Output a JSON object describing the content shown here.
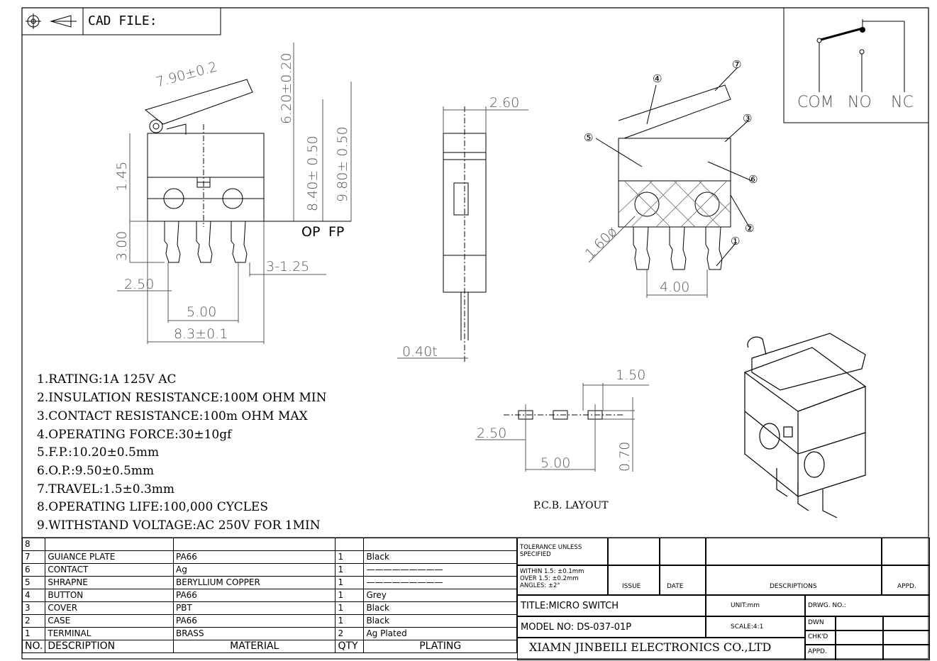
{
  "header": {
    "cad_label": "CAD FILE:"
  },
  "schematic": {
    "com": "COM",
    "no": "NO",
    "nc": "NC"
  },
  "front_view": {
    "dim_lever": "7.90±0.2",
    "dim_620": "6.20±0.20",
    "dim_840": "8.40± 0.50",
    "dim_980": "9.80± 0.50",
    "dim_145": "1.45",
    "dim_300": "3.00",
    "dim_250": "2.50",
    "dim_500": "5.00",
    "dim_83": "8.3±0.1",
    "dim_3_125": "3-1.25",
    "op": "OP",
    "fp": "FP"
  },
  "side_view": {
    "dim_260": "2.60",
    "dim_040t": "0.40t"
  },
  "section_view": {
    "dim_160": "1.60ø",
    "dim_400": "4.00",
    "callouts": [
      "①",
      "②",
      "③",
      "④",
      "⑤",
      "⑥",
      "⑦"
    ]
  },
  "pcb": {
    "dim_150": "1.50",
    "dim_250": "2.50",
    "dim_500": "5.00",
    "dim_070": "0.70",
    "title": "P.C.B. LAYOUT"
  },
  "notes": [
    "1.RATING:1A 125V AC",
    "2.INSULATION RESISTANCE:100M OHM MIN",
    "3.CONTACT RESISTANCE:100m OHM MAX",
    "4.OPERATING FORCE:30±10gf",
    "5.F.P.:10.20±0.5mm",
    "6.O.P.:9.50±0.5mm",
    "7.TRAVEL:1.5±0.3mm",
    "8.OPERATING LIFE:100,000 CYCLES",
    "9.WITHSTAND VOLTAGE:AC 250V FOR 1MIN"
  ],
  "bom": {
    "rows": [
      {
        "no": "8",
        "desc": "",
        "material": "",
        "qty": "",
        "plating": ""
      },
      {
        "no": "7",
        "desc": "GUIANCE PLATE",
        "material": "PA66",
        "qty": "1",
        "plating": "Black"
      },
      {
        "no": "6",
        "desc": "CONTACT",
        "material": "Ag",
        "qty": "1",
        "plating": "—————————"
      },
      {
        "no": "5",
        "desc": "SHRAPNE",
        "material": "BERYLLIUM COPPER",
        "qty": "1",
        "plating": "—————————"
      },
      {
        "no": "4",
        "desc": "BUTTON",
        "material": "PA66",
        "qty": "1",
        "plating": "Grey"
      },
      {
        "no": "3",
        "desc": "COVER",
        "material": "PBT",
        "qty": "1",
        "plating": "Black"
      },
      {
        "no": "2",
        "desc": "CASE",
        "material": "PA66",
        "qty": "1",
        "plating": "Black"
      },
      {
        "no": "1",
        "desc": "TERMINAL",
        "material": "BRASS",
        "qty": "2",
        "plating": "Ag Plated"
      }
    ],
    "header": {
      "no": "NO.",
      "desc": "DESCRIPTION",
      "material": "MATERIAL",
      "qty": "QTY",
      "plating": "PLATING"
    }
  },
  "title_block": {
    "tolerance": "TOLERANCE UNLESS SPECIFIED",
    "within": "WITHIN 1.5: ±0.1mm",
    "over": "OVER 1.5: ±0.2mm",
    "angles": "ANGLES: ±2°",
    "issue": "ISSUE",
    "date": "DATE",
    "descriptions": "DESCRIPTIONS",
    "appd": "APPD.",
    "title": "TITLE:MICRO SWITCH",
    "unit": "UNIT:mm",
    "drwg": "DRWG. NO.:",
    "model": "MODEL NO: DS-037-01P",
    "scale": "SCALE:4:1",
    "dwn": "DWN",
    "chkd": "CHK'D",
    "appd2": "APPD.",
    "company": "XIAMN JINBEILI ELECTRONICS CO.,LTD"
  }
}
